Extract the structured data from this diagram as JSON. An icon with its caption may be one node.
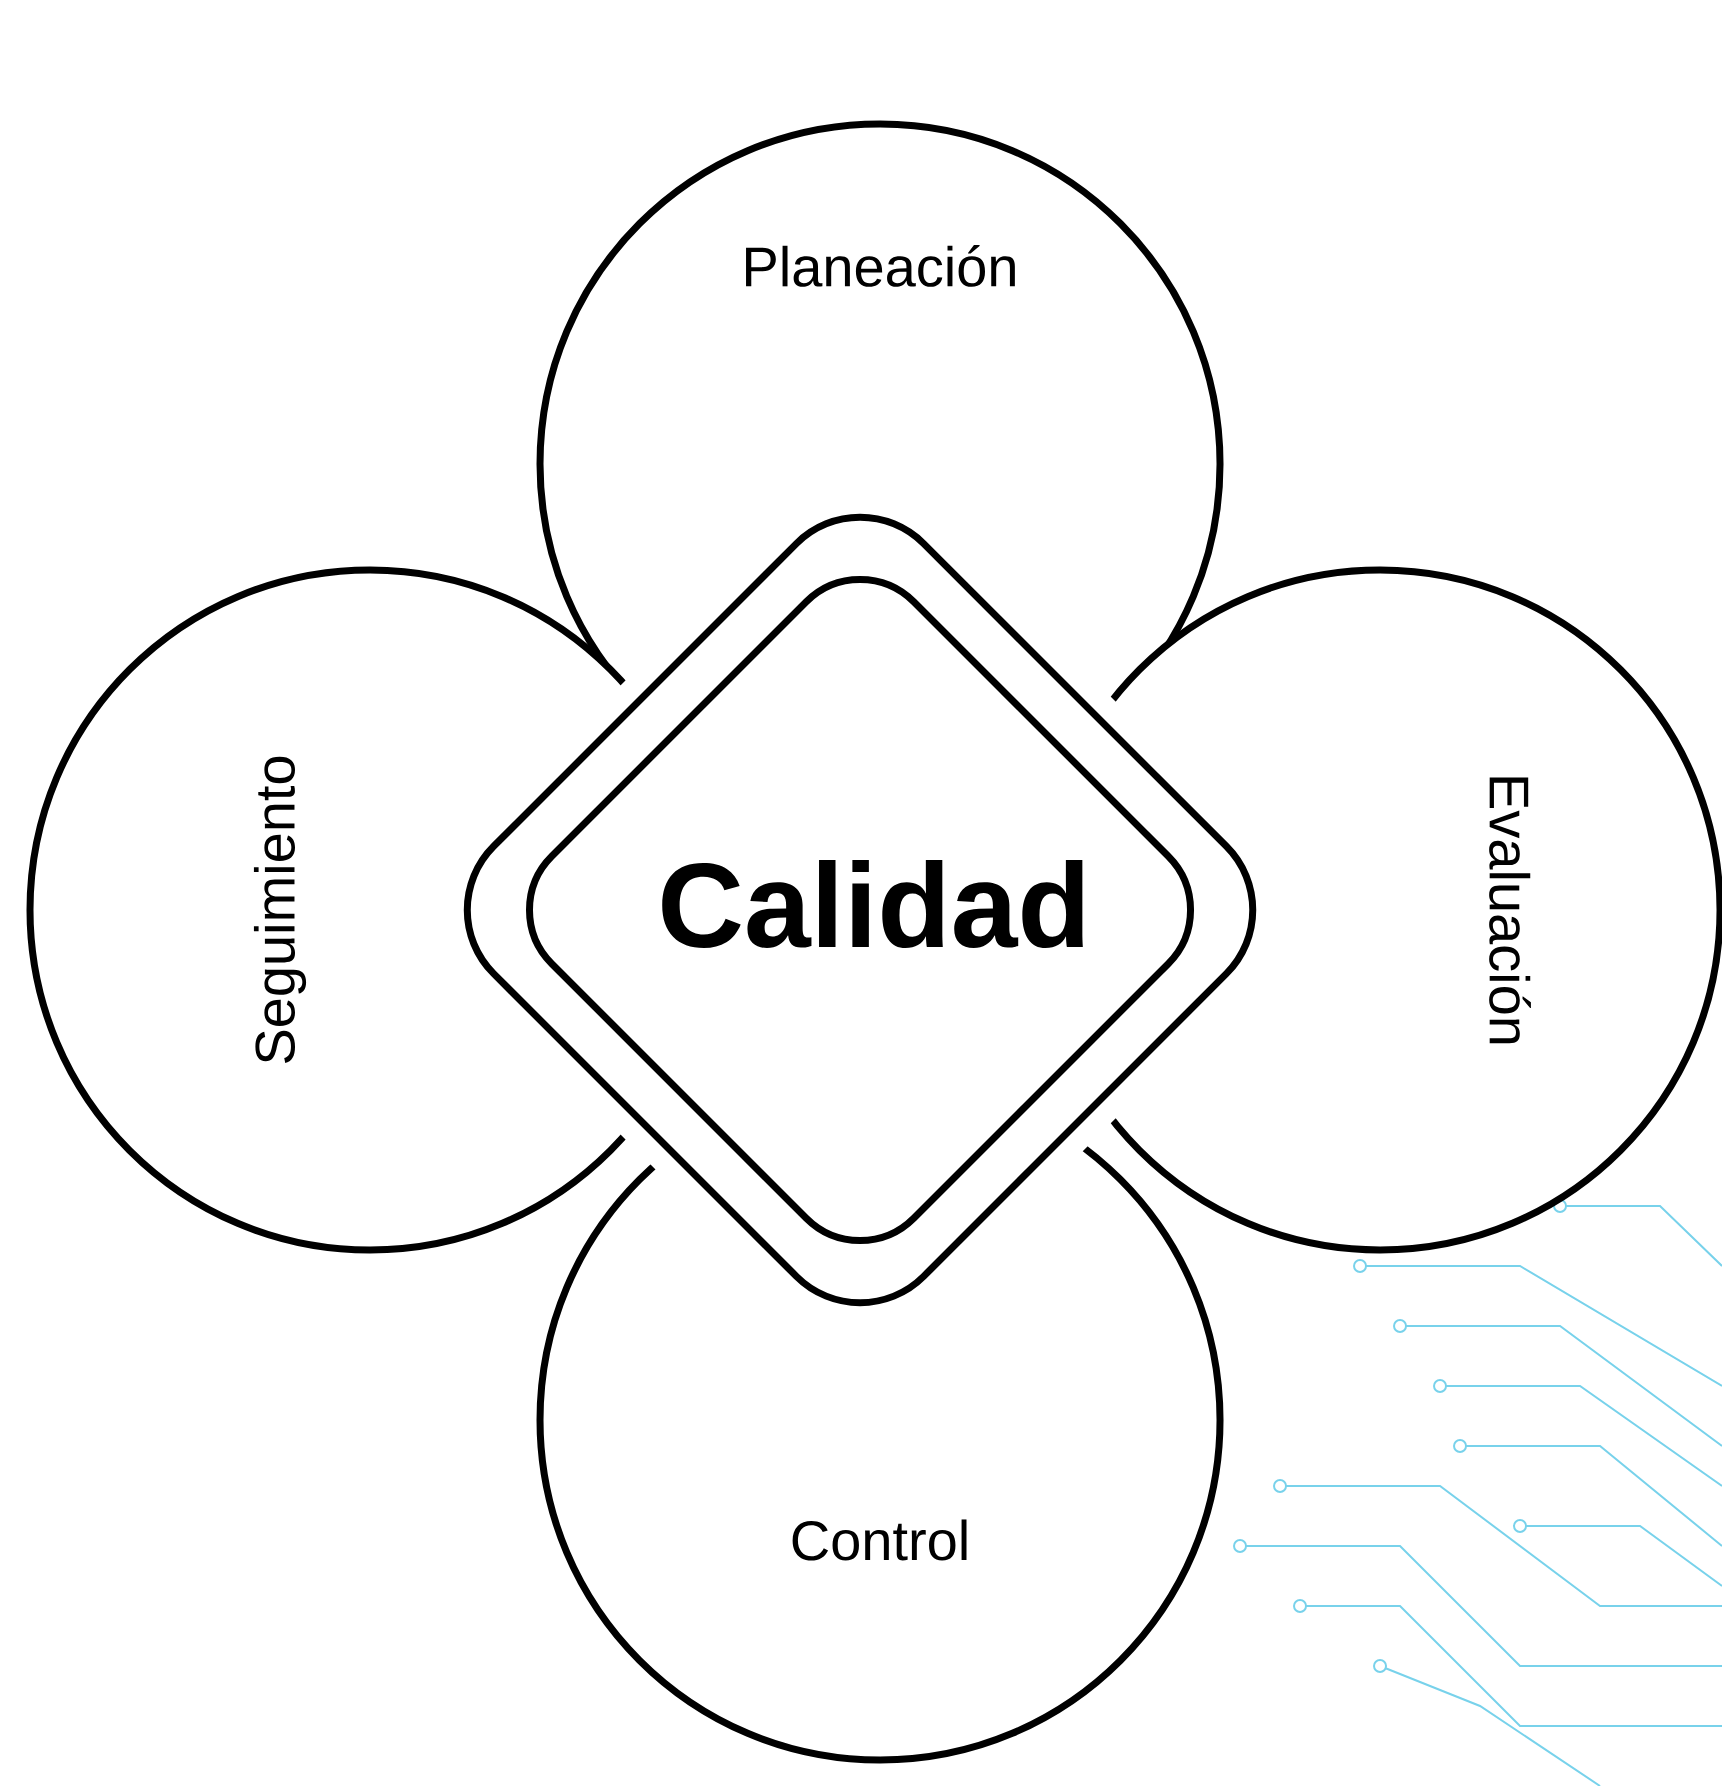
{
  "diagram": {
    "nodes": [
      {
        "text": [
          "Planeación"
        ]
      },
      {
        "text": [
          "Seguimiento"
        ]
      },
      {
        "text": [
          "Calidad"
        ]
      },
      {
        "text": [
          "Evaluación"
        ]
      },
      {
        "text": [
          "Control"
        ]
      }
    ]
  }
}
